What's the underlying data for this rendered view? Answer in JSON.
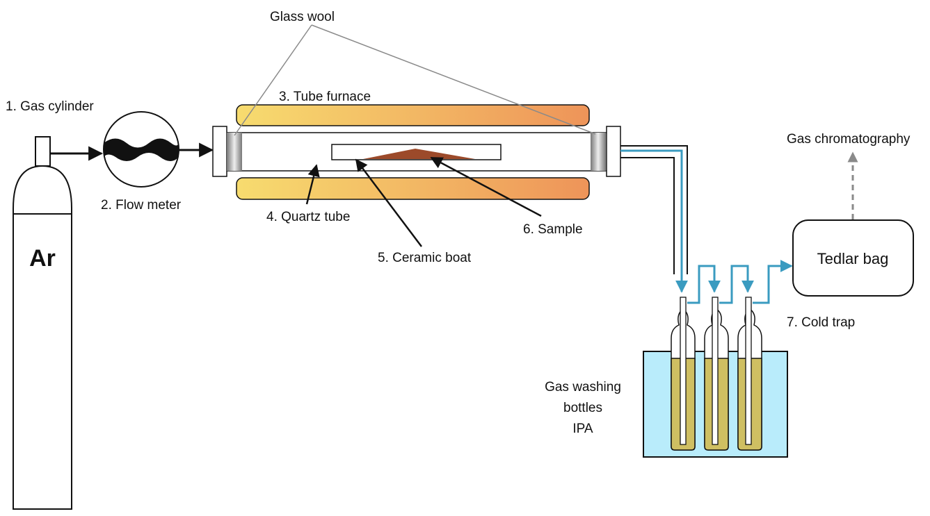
{
  "labels": {
    "glass_wool": "Glass wool",
    "gas_cylinder": "1. Gas cylinder",
    "cylinder_gas": "Ar",
    "flow_meter": "2. Flow meter",
    "tube_furnace": "3. Tube furnace",
    "quartz_tube": "4. Quartz tube",
    "ceramic_boat": "5. Ceramic boat",
    "sample": "6. Sample",
    "cold_trap": "7. Cold trap",
    "gas_chromatography": "Gas chromatography",
    "tedlar_bag": "Tedlar bag",
    "washing_line1": "Gas washing",
    "washing_line2": "bottles",
    "washing_line3": "IPA"
  },
  "colors": {
    "furnace_start": "#f7dc6f",
    "furnace_end": "#ee9459",
    "sample": "#9c4a2a",
    "flow_line": "#3a9bc0",
    "water": "#b9ecfb",
    "ipa": "#cfbf62",
    "dashed_arrow": "#8a8a8a"
  }
}
